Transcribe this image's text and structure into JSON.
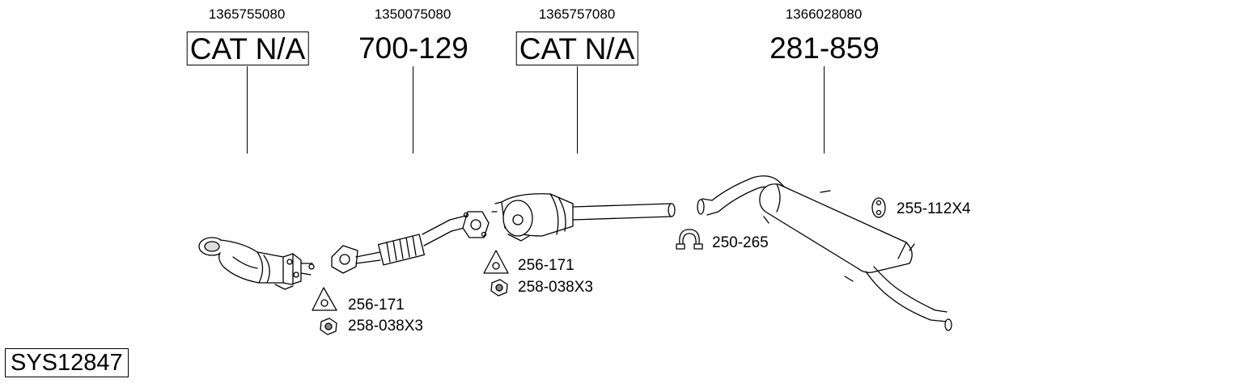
{
  "system_id": "SYS12847",
  "parts": [
    {
      "oem": "1365755080",
      "label": "CAT N/A",
      "boxed": true
    },
    {
      "oem": "1350075080",
      "label": "700-129",
      "boxed": false
    },
    {
      "oem": "1365757080",
      "label": "CAT N/A",
      "boxed": true
    },
    {
      "oem": "1366028080",
      "label": "281-859",
      "boxed": false
    }
  ],
  "accessories": [
    {
      "code": "256-171",
      "icon": "gasket-icon"
    },
    {
      "code": "258-038X3",
      "icon": "nut-icon"
    },
    {
      "code": "256-171",
      "icon": "gasket-icon"
    },
    {
      "code": "258-038X3",
      "icon": "nut-icon"
    },
    {
      "code": "250-265",
      "icon": "clamp-icon"
    },
    {
      "code": "255-112X4",
      "icon": "rubber-hanger-icon"
    }
  ]
}
